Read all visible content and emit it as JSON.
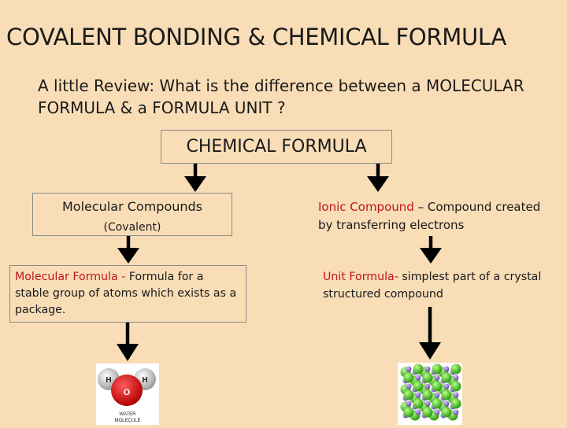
{
  "title": "COVALENT BONDING & CHEMICAL FORMULA",
  "subtitle": "A little Review: What is the difference between a MOLECULAR FORMULA & a FORMULA UNIT ?",
  "root": {
    "label": "CHEMICAL FORMULA"
  },
  "left": {
    "box_line1": "Molecular Compounds",
    "box_line2": "(Covalent)",
    "def_term": "Molecular Formula",
    "def_sep": " - ",
    "def_text": " Formula for a stable group of atoms which exists as a package.",
    "image": {
      "atom_h": "H",
      "atom_o": "O",
      "caption_line1": "WATER",
      "caption_line2": "MOLECULE"
    }
  },
  "right": {
    "term": "Ionic Compound",
    "dash": " – ",
    "text": "Compound created by transferring electrons",
    "def_term": "Unit Formula",
    "def_sep": "- ",
    "def_text": " simplest part of a crystal structured compound"
  },
  "colors": {
    "background": "#f8ddb7",
    "accent_red": "#c0151b",
    "arrow": "#000000"
  }
}
